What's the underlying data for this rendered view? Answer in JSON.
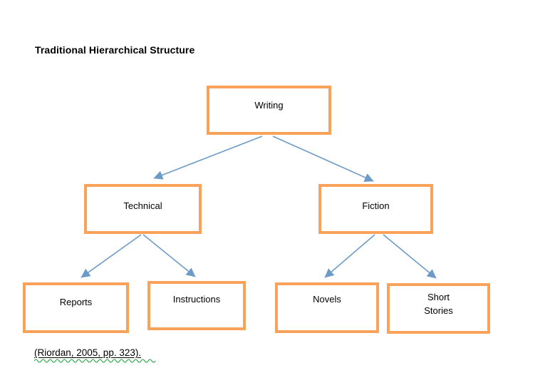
{
  "page": {
    "title": "Traditional Hierarchical Structure",
    "citation": "(Riordan, 2005, pp. 323)."
  },
  "diagram": {
    "type": "hierarchy-tree",
    "nodes": [
      {
        "id": "writing",
        "label": "Writing",
        "level": 0
      },
      {
        "id": "technical",
        "label": "Technical",
        "level": 1
      },
      {
        "id": "fiction",
        "label": "Fiction",
        "level": 1
      },
      {
        "id": "reports",
        "label": "Reports",
        "level": 2
      },
      {
        "id": "instructions",
        "label": "Instructions",
        "level": 2
      },
      {
        "id": "novels",
        "label": "Novels",
        "level": 2
      },
      {
        "id": "short_stories",
        "label": "Short Stories",
        "level": 2
      }
    ],
    "edges": [
      {
        "from": "writing",
        "to": "technical"
      },
      {
        "from": "writing",
        "to": "fiction"
      },
      {
        "from": "technical",
        "to": "reports"
      },
      {
        "from": "technical",
        "to": "instructions"
      },
      {
        "from": "fiction",
        "to": "novels"
      },
      {
        "from": "fiction",
        "to": "short_stories"
      }
    ],
    "colors": {
      "box_border": "#F9A35A",
      "box_fill": "#FFFFFF",
      "arrow": "#6D9BC7",
      "text": "#000000",
      "grammar_squiggle": "#1FA23D"
    }
  }
}
